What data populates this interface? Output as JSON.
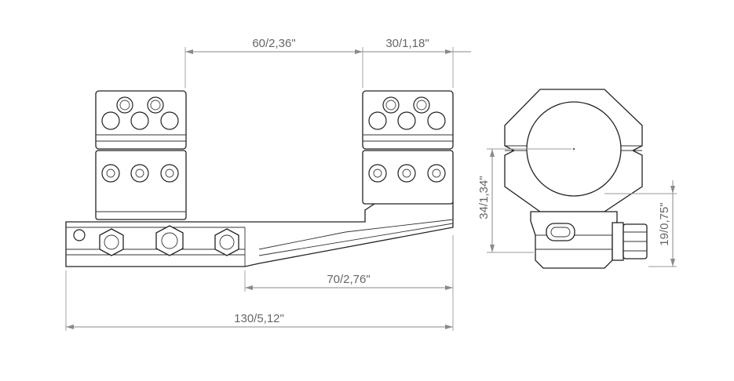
{
  "drawing": {
    "dimensions": {
      "ring_spacing": "60/2,36\"",
      "ring_width": "30/1,18\"",
      "base_offset": "70/2,76\"",
      "overall_length": "130/5,12\"",
      "center_height": "34/1,34\"",
      "base_height": "19/0,75\""
    }
  }
}
